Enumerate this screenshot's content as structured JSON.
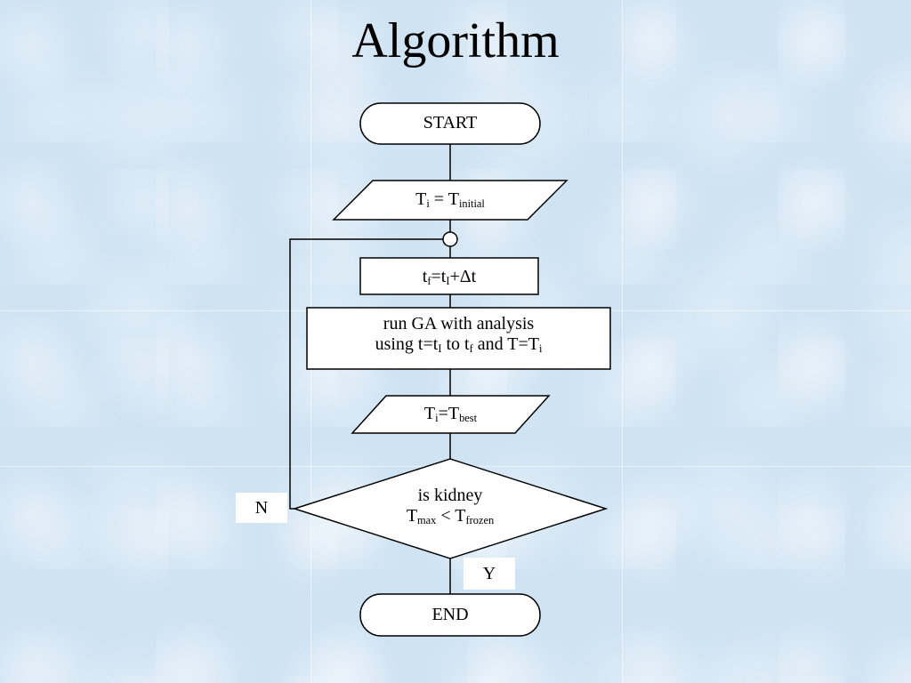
{
  "title": "Algorithm",
  "flowchart": {
    "start": "START",
    "init": {
      "base": "T",
      "sub_i": "i",
      "eq": " = ",
      "rhs": "T",
      "sub_initial": "initial"
    },
    "time_step": {
      "tf": "t",
      "sub_f": "f",
      "eq": "=",
      "tI": "t",
      "sub_I": "I",
      "plus_dt": "+Δt"
    },
    "run_ga": {
      "line1": "run GA with analysis",
      "using": "using t=t",
      "sub_I": "I",
      "to": " to t",
      "sub_f": "f",
      "and": " and T=T",
      "sub_i": "i"
    },
    "update": {
      "lhs": "T",
      "sub_i": "i",
      "eq": "=T",
      "sub_best": "best"
    },
    "decision": {
      "line1": "is kidney",
      "tmax": "T",
      "sub_max": "max",
      "lt": " < T",
      "sub_frozen": "frozen"
    },
    "no_label": "N",
    "yes_label": "Y",
    "end": "END"
  }
}
